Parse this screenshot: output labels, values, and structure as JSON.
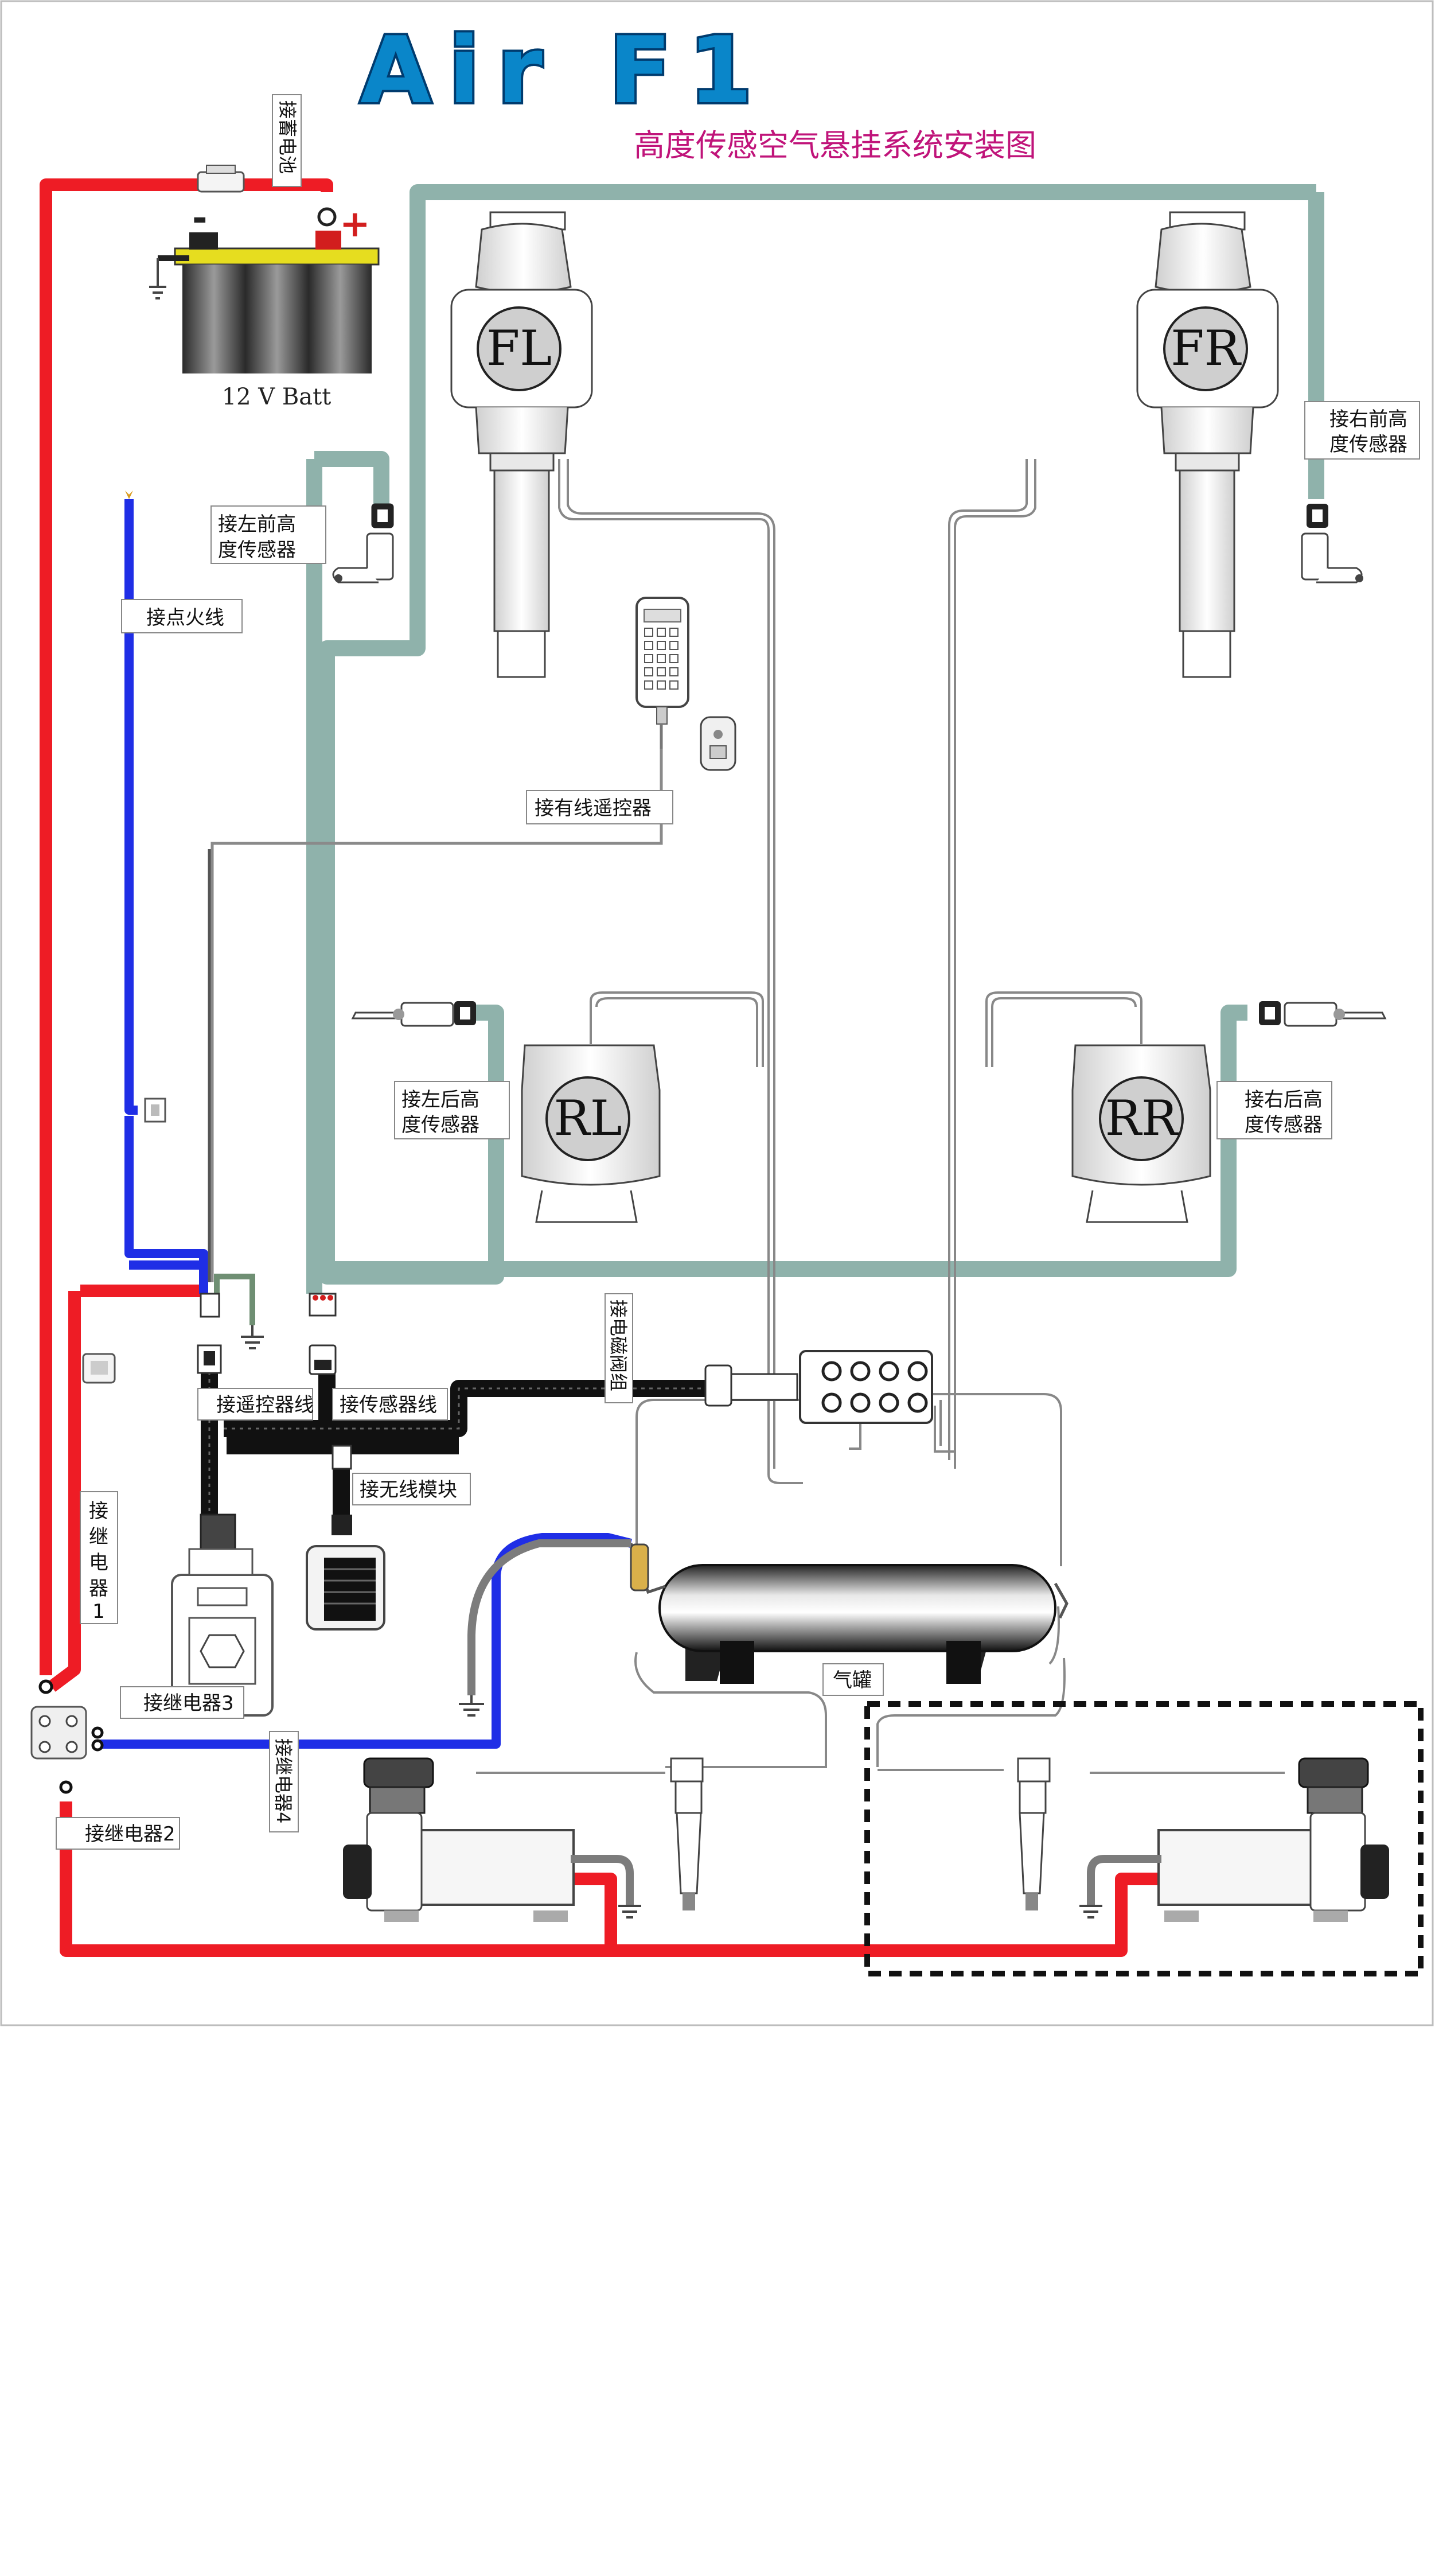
{
  "header": {
    "title": "Air F1",
    "subtitle": "高度传感空气悬挂系统安装图"
  },
  "battery": {
    "label": "12 V Batt",
    "plus": "+",
    "minus": "-",
    "connect_label": "接蓄电池"
  },
  "corners": {
    "fl": "FL",
    "fr": "FR",
    "rl": "RL",
    "rr": "RR"
  },
  "labels": {
    "left_front_sensor": [
      "接左前高",
      "度传感器"
    ],
    "right_front_sensor": [
      "接右前高",
      "度传感器"
    ],
    "left_rear_sensor": [
      "接左后高",
      "度传感器"
    ],
    "right_rear_sensor": [
      "接右后高",
      "度传感器"
    ],
    "ignition": "接点火线",
    "wired_remote": "接有线遥控器",
    "remote_line": "接遥控器线",
    "sensor_line": "接传感器线",
    "wireless_module": "接无线模块",
    "valve_block": "接电磁阀组",
    "relay1": [
      "接",
      "继",
      "电",
      "器",
      "1"
    ],
    "relay2": "接继电器2",
    "relay3": "接继电器3",
    "relay4": "接继电器4",
    "tank": "气罐"
  },
  "colors": {
    "air_line": "#8fb2ab",
    "power": "#ee1c25",
    "ignition": "#1f2ee6",
    "title_blue": "#0a86c9",
    "subtitle": "#c0147a",
    "harness": "#111111"
  },
  "icons": [
    "battery-icon",
    "air-bag-icon",
    "height-sensor-icon",
    "wired-remote-icon",
    "key-fob-icon",
    "controller-icon",
    "wireless-module-icon",
    "valve-block-icon",
    "air-tank-icon",
    "compressor-icon",
    "water-filter-icon",
    "relay-icon",
    "ground-icon",
    "connector-icon"
  ]
}
